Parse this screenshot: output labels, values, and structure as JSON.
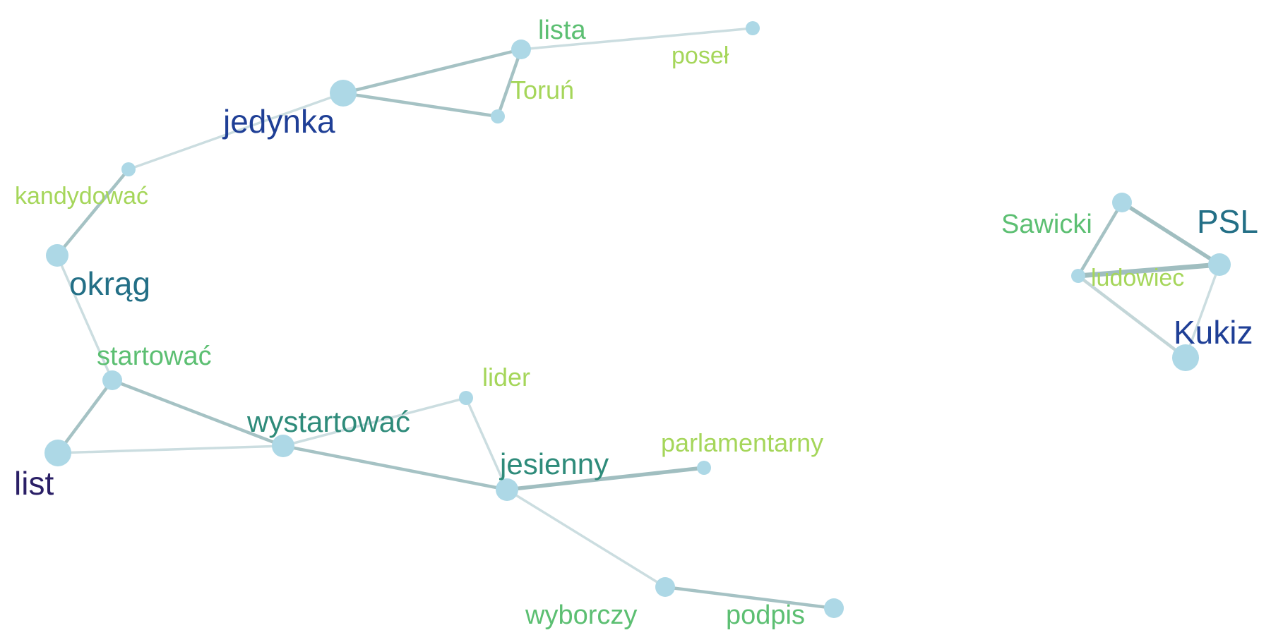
{
  "graph": {
    "background": "#ffffff",
    "node_color": "#add8e6",
    "nodes": [
      {
        "id": "lista",
        "label": "lista",
        "weight": 2,
        "label_color": "#5cbf72"
      },
      {
        "id": "posel",
        "label": "poseł",
        "weight": 1,
        "label_color": "#a5d65a"
      },
      {
        "id": "torun",
        "label": "Toruń",
        "weight": 1,
        "label_color": "#a5d65a"
      },
      {
        "id": "jedynka",
        "label": "jedynka",
        "weight": 4,
        "label_color": "#1f3f96"
      },
      {
        "id": "kandydowac",
        "label": "kandydować",
        "weight": 1,
        "label_color": "#a5d65a"
      },
      {
        "id": "okrag",
        "label": "okrąg",
        "weight": 3,
        "label_color": "#236f86"
      },
      {
        "id": "startowac",
        "label": "startować",
        "weight": 2,
        "label_color": "#5cbf72"
      },
      {
        "id": "list",
        "label": "list",
        "weight": 4,
        "label_color": "#2a1f66"
      },
      {
        "id": "wystartowac",
        "label": "wystartować",
        "weight": 3,
        "label_color": "#2e8b7a"
      },
      {
        "id": "lider",
        "label": "lider",
        "weight": 1,
        "label_color": "#a5d65a"
      },
      {
        "id": "jesienny",
        "label": "jesienny",
        "weight": 3,
        "label_color": "#2e8b7a"
      },
      {
        "id": "parlamentarny",
        "label": "parlamentarny",
        "weight": 1,
        "label_color": "#a5d65a"
      },
      {
        "id": "wyborczy",
        "label": "wyborczy",
        "weight": 2,
        "label_color": "#5cbf72"
      },
      {
        "id": "podpis",
        "label": "podpis",
        "weight": 2,
        "label_color": "#5cbf72"
      },
      {
        "id": "sawicki",
        "label": "Sawicki",
        "weight": 2,
        "label_color": "#5cbf72"
      },
      {
        "id": "psl",
        "label": "PSL",
        "weight": 3,
        "label_color": "#236f86"
      },
      {
        "id": "ludowiec",
        "label": "ludowiec",
        "weight": 1,
        "label_color": "#a5d65a"
      },
      {
        "id": "kukiz",
        "label": "Kukiz",
        "weight": 4,
        "label_color": "#1f3f96"
      }
    ],
    "edges": [
      {
        "source": "jedynka",
        "target": "lista",
        "strength": 3
      },
      {
        "source": "lista",
        "target": "posel",
        "strength": 1
      },
      {
        "source": "lista",
        "target": "torun",
        "strength": 3
      },
      {
        "source": "jedynka",
        "target": "torun",
        "strength": 3
      },
      {
        "source": "jedynka",
        "target": "kandydowac",
        "strength": 1
      },
      {
        "source": "kandydowac",
        "target": "okrag",
        "strength": 3
      },
      {
        "source": "okrag",
        "target": "startowac",
        "strength": 1
      },
      {
        "source": "startowac",
        "target": "list",
        "strength": 3
      },
      {
        "source": "startowac",
        "target": "wystartowac",
        "strength": 3
      },
      {
        "source": "list",
        "target": "wystartowac",
        "strength": 1
      },
      {
        "source": "wystartowac",
        "target": "lider",
        "strength": 1
      },
      {
        "source": "lider",
        "target": "jesienny",
        "strength": 1
      },
      {
        "source": "wystartowac",
        "target": "jesienny",
        "strength": 3
      },
      {
        "source": "jesienny",
        "target": "parlamentarny",
        "strength": 4
      },
      {
        "source": "jesienny",
        "target": "wyborczy",
        "strength": 1
      },
      {
        "source": "wyborczy",
        "target": "podpis",
        "strength": 3
      },
      {
        "source": "sawicki",
        "target": "psl",
        "strength": 4
      },
      {
        "source": "sawicki",
        "target": "ludowiec",
        "strength": 3
      },
      {
        "source": "ludowiec",
        "target": "psl",
        "strength": 5
      },
      {
        "source": "psl",
        "target": "kukiz",
        "strength": 1
      },
      {
        "source": "ludowiec",
        "target": "kukiz",
        "strength": 2
      }
    ]
  }
}
